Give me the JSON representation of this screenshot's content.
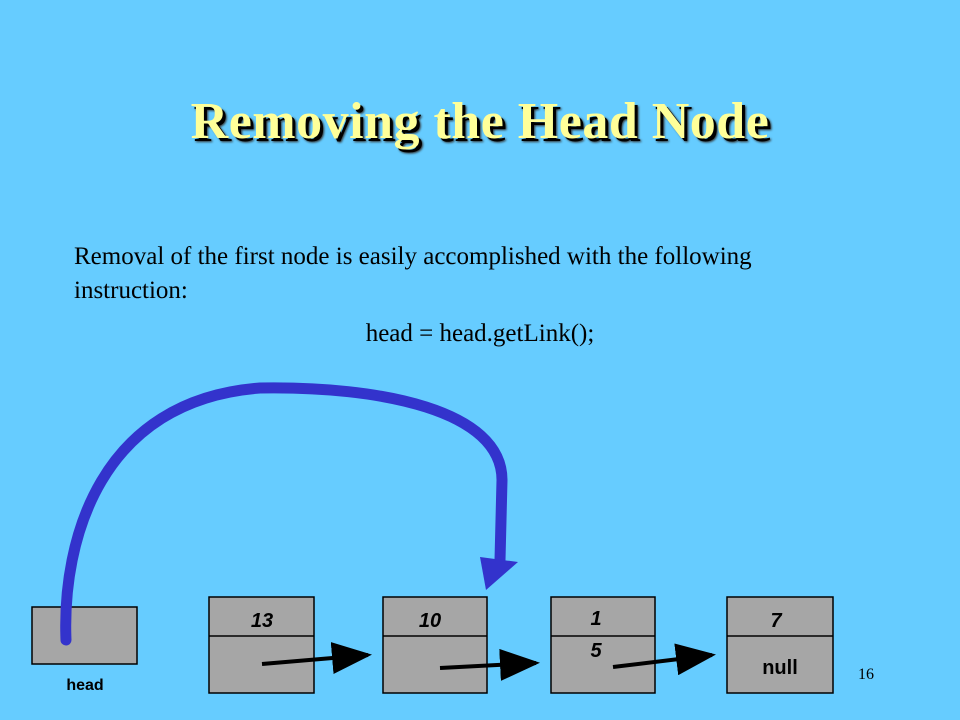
{
  "slide": {
    "title": "Removing the Head Node",
    "body": "Removal of the first node is easily accomplished with the following instruction:",
    "code": "head = head.getLink();",
    "number": "16"
  },
  "diagram": {
    "head_label": "head",
    "nodes": [
      {
        "value": "13"
      },
      {
        "value": "10"
      },
      {
        "value_line1": "1",
        "value_line2": "5"
      },
      {
        "value": "7",
        "link": "null"
      }
    ]
  },
  "colors": {
    "background": "#66ccff",
    "title": "#ffff99",
    "node_fill": "#a6a6a6",
    "arrow": "#3333cc"
  }
}
